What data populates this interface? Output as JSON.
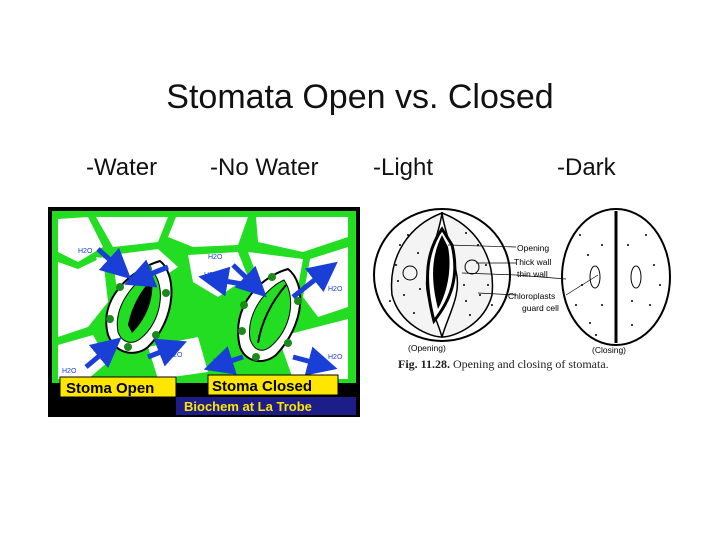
{
  "title": "Stomata Open vs. Closed",
  "conditions": [
    "-Water",
    "-No Water",
    "-Light",
    "-Dark"
  ],
  "left_figure": {
    "molecule_label": "H2O",
    "open_label": "Stoma Open",
    "closed_label": "Stoma Closed",
    "credit": "Biochem at La Trobe",
    "colors": {
      "cell_wall": "#22dd22",
      "background": "#ffffff",
      "border": "#000000",
      "arrow": "#1a3fd6",
      "banner": "#ffe600",
      "credit_bg": "#1d1d8a",
      "credit_text": "#ffe600"
    }
  },
  "right_figure": {
    "labels": {
      "opening": "Opening",
      "thick_wall": "Thick wall",
      "thin_wall": "thin wall",
      "chloroplasts": "Chloroplasts",
      "guard_cell": "guard cell",
      "opening_state": "(Opening)",
      "closing_state": "(Closing)"
    },
    "caption_number": "Fig. 11.28.",
    "caption_text": "Opening and closing of stomata."
  }
}
